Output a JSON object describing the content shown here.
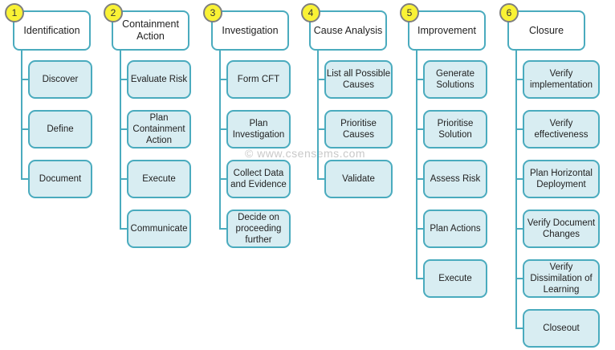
{
  "watermark": "© www.csensems.com",
  "colors": {
    "accent": "#4aabbe",
    "child_fill": "#d8edf2",
    "header_fill": "#ffffff",
    "circle_fill": "#f9f235",
    "circle_border": "#7f7f7f",
    "text": "#222222",
    "watermark_color": "#c9c9c9"
  },
  "columns": [
    {
      "number": "1",
      "title": "Identification",
      "steps": [
        "Discover",
        "Define",
        "Document"
      ]
    },
    {
      "number": "2",
      "title": "Containment\nAction",
      "steps": [
        "Evaluate Risk",
        "Plan\nContainment\nAction",
        "Execute",
        "Communicate"
      ]
    },
    {
      "number": "3",
      "title": "Investigation",
      "steps": [
        "Form CFT",
        "Plan\nInvestigation",
        "Collect Data\nand Evidence",
        "Decide on\nproceeding\nfurther"
      ]
    },
    {
      "number": "4",
      "title": "Cause Analysis",
      "steps": [
        "List all Possible\nCauses",
        "Prioritise\nCauses",
        "Validate"
      ]
    },
    {
      "number": "5",
      "title": "Improvement",
      "steps": [
        "Generate\nSolutions",
        "Prioritise\nSolution",
        "Assess Risk",
        "Plan Actions",
        "Execute"
      ]
    },
    {
      "number": "6",
      "title": "Closure",
      "steps": [
        "Verify\nimplementation",
        "Verify\neffectiveness",
        "Plan Horizontal\nDeployment",
        "Verify Document\nChanges",
        "Verify\nDissimilation of\nLearning",
        "Closeout"
      ]
    }
  ]
}
